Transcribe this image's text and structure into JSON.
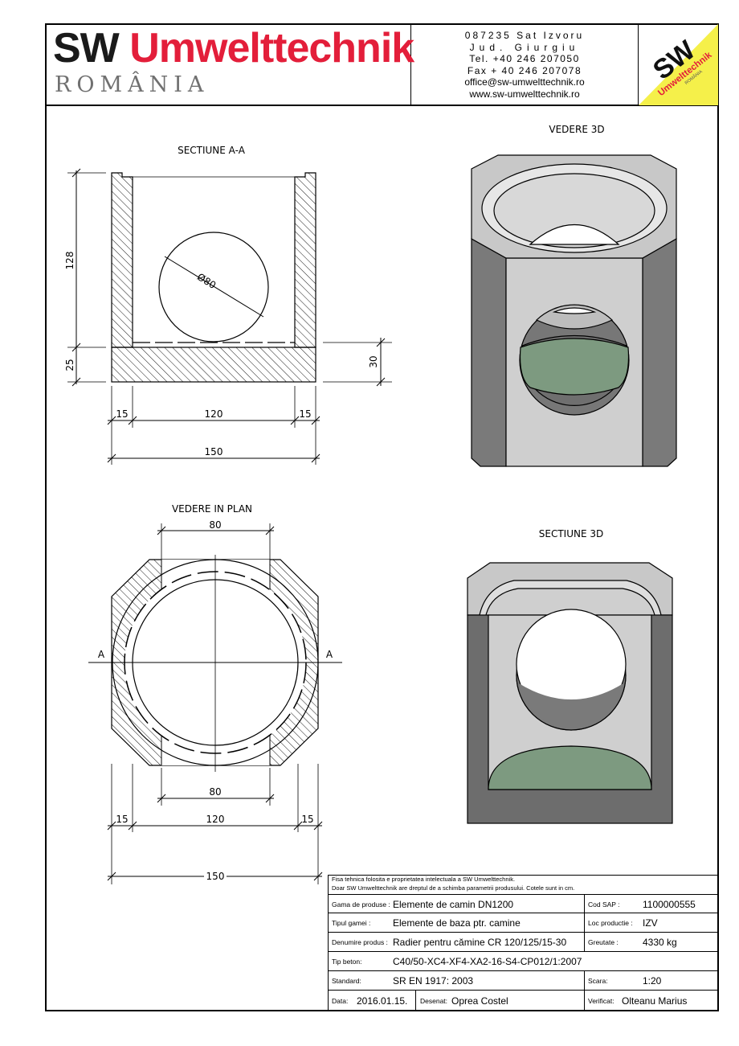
{
  "header": {
    "brand_sw": "SW",
    "brand_um": "Umwelttechnik",
    "brand_sub": "ROMÂNIA",
    "contact": {
      "line1": "087235 Sat Izvoru",
      "line2": "Jud. Giurgiu",
      "line3": "Tel. +40 246 207050",
      "line4": "Fax + 40 246 207078",
      "line5": "office@sw-umwelttechnik.ro",
      "line6": "www.sw-umwelttechnik.ro"
    },
    "logo": {
      "text_sw": "SW",
      "text_um": "Umwelttechnik",
      "text_ro": "ROMÂNIA",
      "colors": {
        "yellow": "#f5f04a",
        "red": "#e31e3a",
        "black": "#111111"
      }
    }
  },
  "views": {
    "section_title": "SECTIUNE A-A",
    "view3d_title": "VEDERE 3D",
    "plan_title": "VEDERE IN PLAN",
    "section3d_title": "SECTIUNE 3D"
  },
  "dims": {
    "h_wall": "128",
    "h_base": "25",
    "h_invert": "30",
    "diameter": "Ø80",
    "wall_left": "15",
    "inner": "120",
    "wall_right": "15",
    "outer": "150",
    "plan_top": "80",
    "plan_bottom": "80",
    "plan_wall_left": "15",
    "plan_inner": "120",
    "plan_wall_right": "15",
    "plan_outer": "150",
    "section_mark_left": "A",
    "section_mark_right": "A"
  },
  "title_block": {
    "note1": "Fisa tehnica folosita e proprietatea intelectuala a SW Umwelttechnik.",
    "note2": "Doar SW Umwelttechnik are dreptul de a schimba parametrii produsului. Cotele sunt in cm.",
    "gama_label": "Gama de produse :",
    "gama_value": "Elemente de camin DN1200",
    "cod_label": "Cod SAP :",
    "cod_value": "1100000555",
    "tip_label": "Tipul gamei :",
    "tip_value": "Elemente de baza ptr. camine",
    "loc_label": "Loc productie :",
    "loc_value": "IZV",
    "den_label": "Denumire produs :",
    "den_value": "Radier pentru cămine CR 120/125/15-30",
    "greut_label": "Greutate :",
    "greut_value": "4330 kg",
    "beton_label": "Tip beton:",
    "beton_value": "C40/50-XC4-XF4-XA2-16-S4-CP012/1:2007",
    "std_label": "Standard:",
    "std_value": "SR EN 1917: 2003",
    "scara_label": "Scara:",
    "scara_value": "1:20",
    "data_label": "Data:",
    "data_value": "2016.01.15.",
    "desenat_label": "Desenat:",
    "desenat_value": "Oprea Costel",
    "verif_label": "Verificat:",
    "verif_value": "Olteanu Marius"
  }
}
